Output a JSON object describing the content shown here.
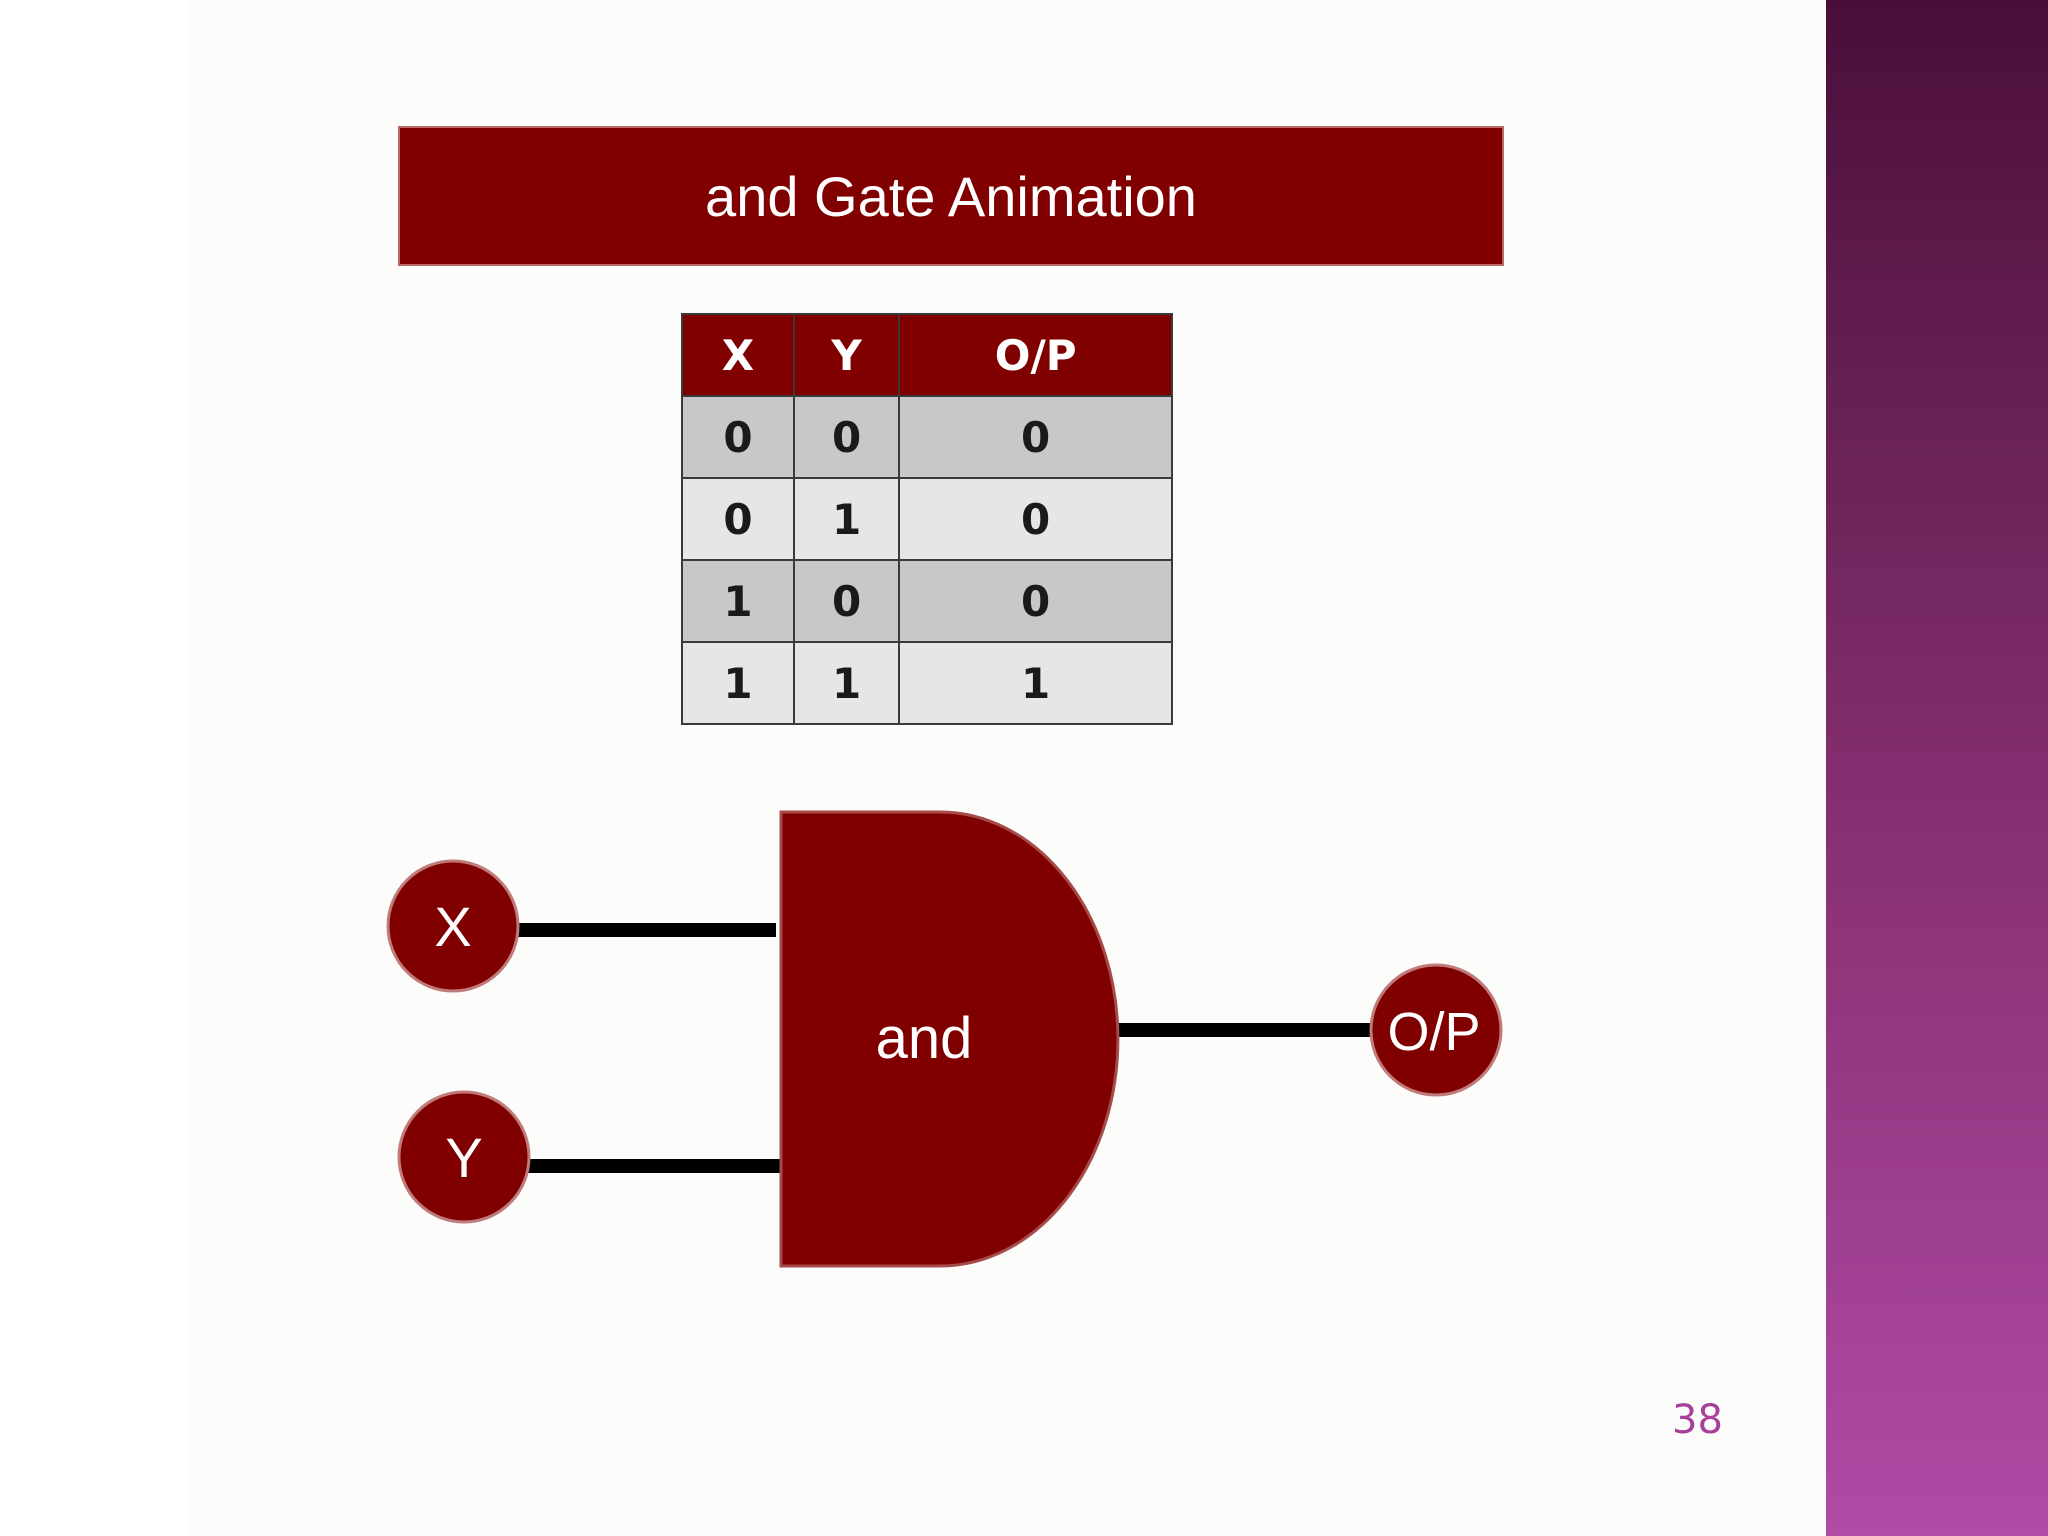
{
  "slide": {
    "title": "and Gate Animation",
    "page_number": "38"
  },
  "truth_table": {
    "headers": [
      "X",
      "Y",
      "O/P"
    ],
    "rows": [
      [
        "0",
        "0",
        "0"
      ],
      [
        "0",
        "1",
        "0"
      ],
      [
        "1",
        "0",
        "0"
      ],
      [
        "1",
        "1",
        "1"
      ]
    ]
  },
  "diagram": {
    "input_x_label": "X",
    "input_y_label": "Y",
    "gate_label": "and",
    "output_label": "O/P"
  },
  "colors": {
    "gate_fill": "#800000",
    "wire": "#000000",
    "side_band_top": "#4a0e3a",
    "side_band_bottom": "#b04ba6",
    "page_number": "#a8409a"
  }
}
